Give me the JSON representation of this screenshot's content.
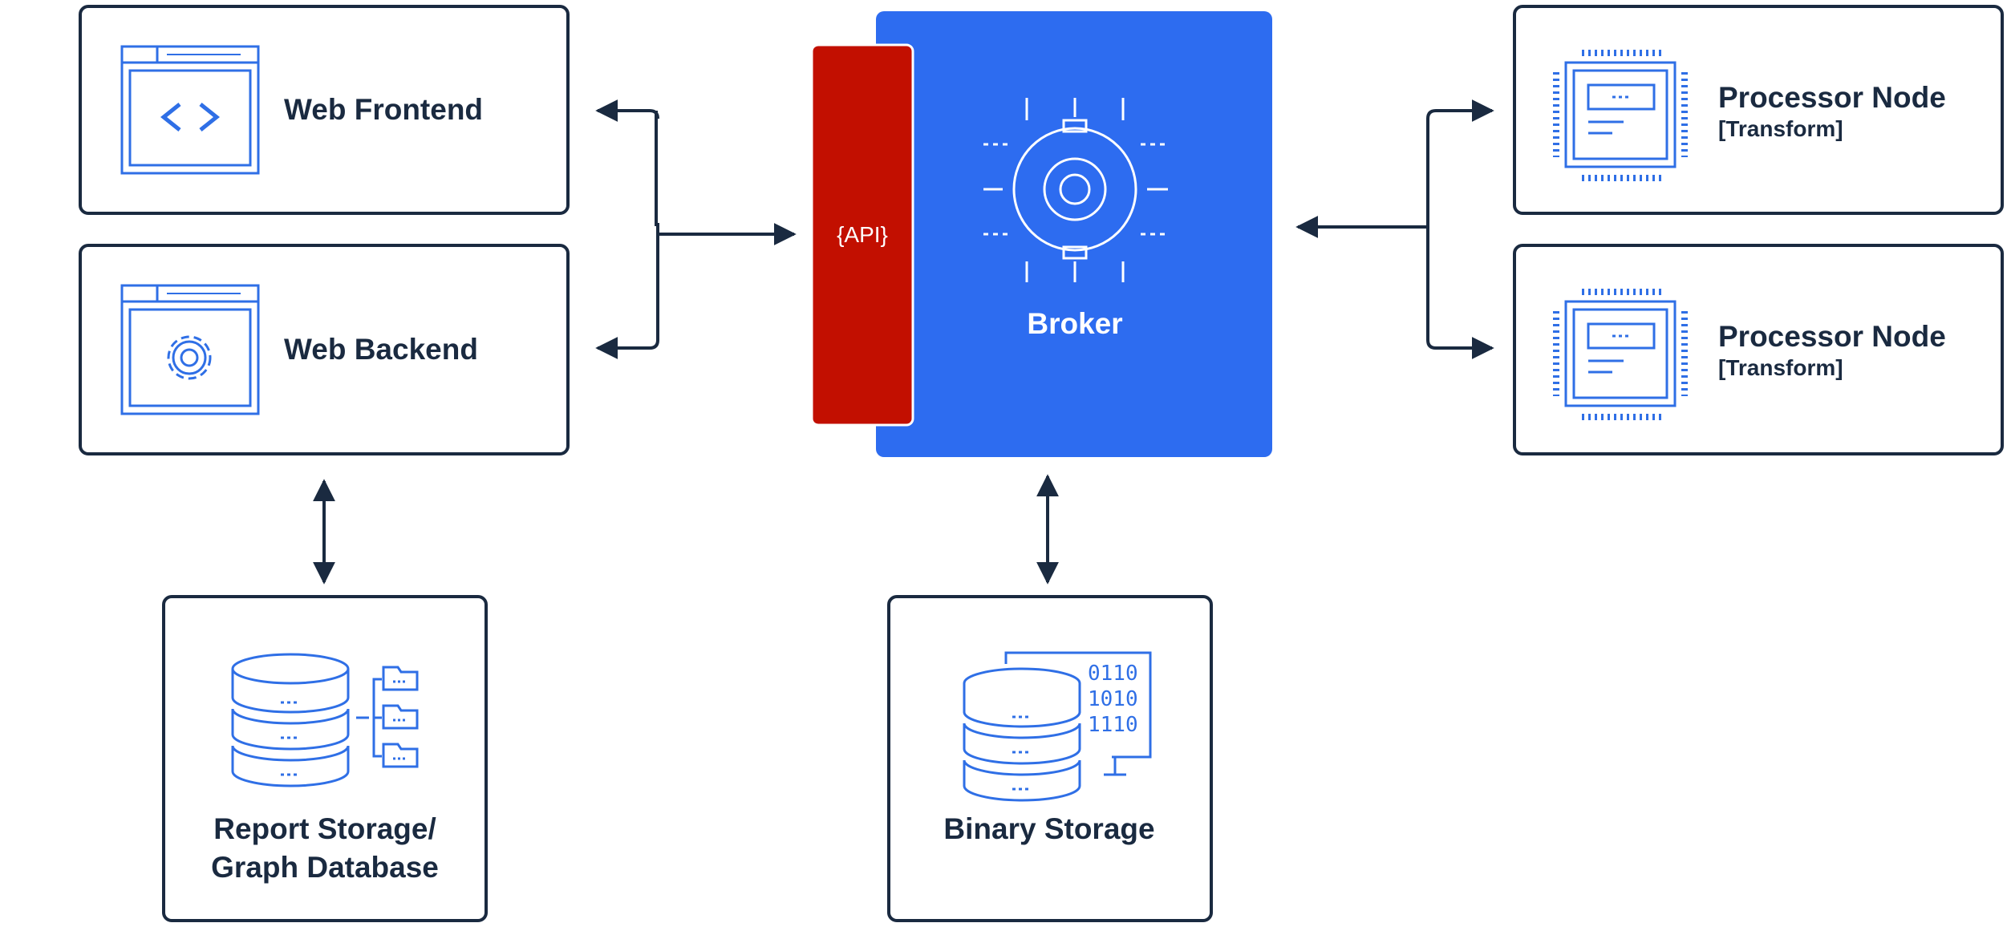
{
  "nodes": {
    "web_frontend": {
      "label": "Web Frontend"
    },
    "web_backend": {
      "label": "Web Backend"
    },
    "api": {
      "label": "{API}"
    },
    "broker": {
      "label": "Broker"
    },
    "processor_1": {
      "label": "Processor Node",
      "sublabel": "[Transform]"
    },
    "processor_2": {
      "label": "Processor Node",
      "sublabel": "[Transform]"
    },
    "report_storage": {
      "label_line1": "Report Storage/",
      "label_line2": "Graph Database"
    },
    "binary_storage": {
      "label": "Binary Storage"
    },
    "binary_digits": {
      "row1": "0110",
      "row2": "1010",
      "row3": "1110"
    }
  },
  "icons": {
    "frontend": "code-window-icon",
    "backend": "gear-window-icon",
    "broker": "gear-icon",
    "processor": "cpu-chip-icon",
    "report": "database-folders-icon",
    "binary": "database-binary-icon"
  },
  "colors": {
    "navy": "#1a2a40",
    "icon_blue": "#2f6fe6",
    "broker_blue": "#2d6cf0",
    "api_red": "#c20f00"
  }
}
